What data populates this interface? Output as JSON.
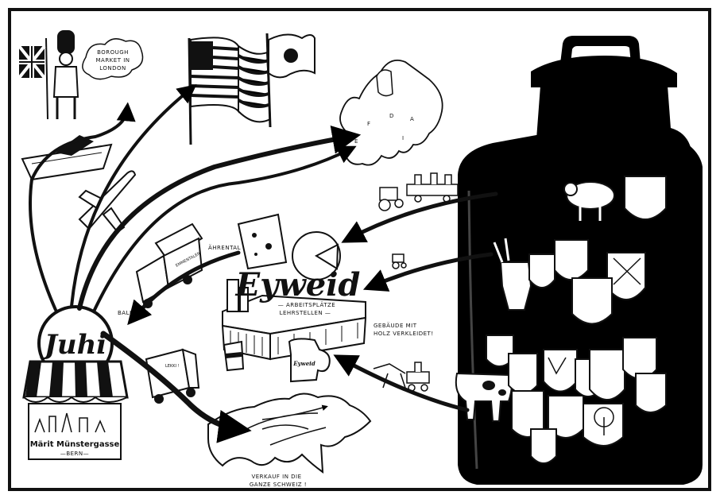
{
  "diagram": {
    "hub": {
      "label": "Juhi"
    },
    "shop": {
      "line1": "Märit Münstergasse",
      "line2": "—BERN—"
    },
    "london_bubble": {
      "line1": "BOROUGH",
      "line2": "MARKET IN",
      "line3": "LONDON"
    },
    "europe_labels": {
      "a": "E",
      "b": "D",
      "c": "F",
      "d": "A",
      "e": "I"
    },
    "factory": {
      "name": "Eyweid",
      "sub1": "— ARBEITSPLÄTZE",
      "sub2": "LEHRSTELLEN —",
      "tank_label": "Eyweid",
      "note_line1": "GEBÄUDE MIT",
      "note_line2": "HOLZ VERKLEIDET!"
    },
    "truck": {
      "text": "EMMENTALER",
      "route_label": "ÄHRENTAL"
    },
    "van": {
      "label": "LEKKI !",
      "route_label": "BALL"
    },
    "switzerland": {
      "line1": "VERKAUF IN DIE",
      "line2": "GANZE SCHWEIZ !"
    }
  }
}
